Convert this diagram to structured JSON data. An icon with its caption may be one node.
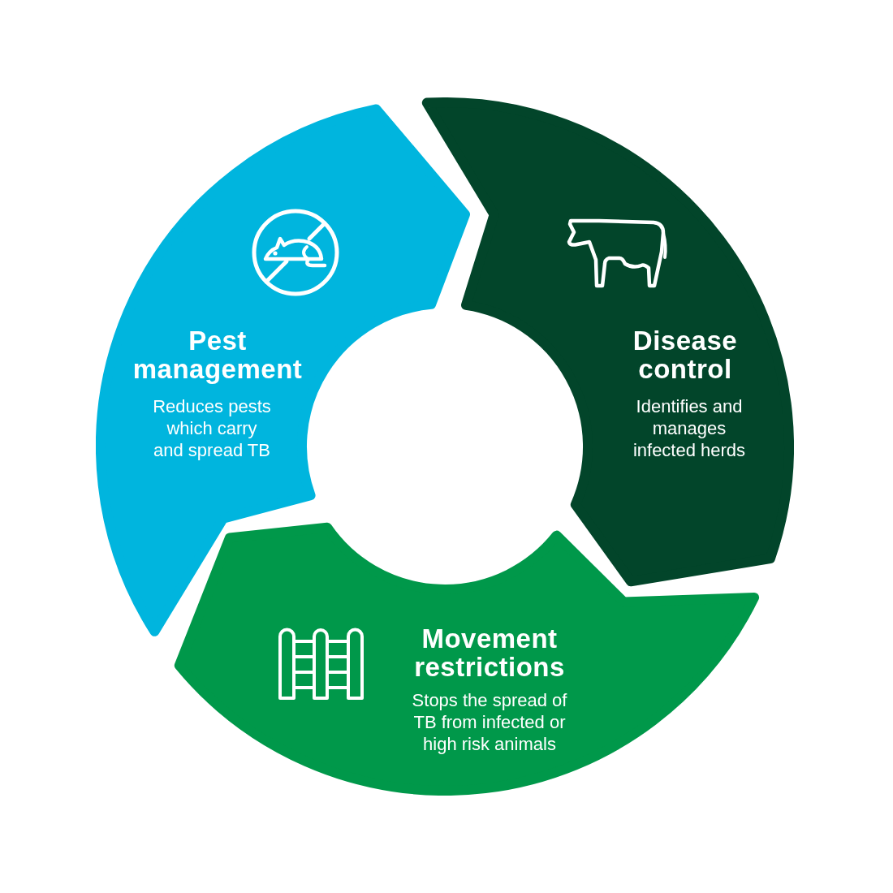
{
  "diagram": {
    "nodes": [
      {
        "text": [
          "Pest management",
          "Reduces pests which carry and spread TB"
        ]
      },
      {
        "text": [
          "Disease control",
          "Identifies and manages infected herds"
        ]
      },
      {
        "text": [
          "Movement restrictions",
          "Stops the spread of TB from infected or high risk animals"
        ]
      }
    ]
  }
}
